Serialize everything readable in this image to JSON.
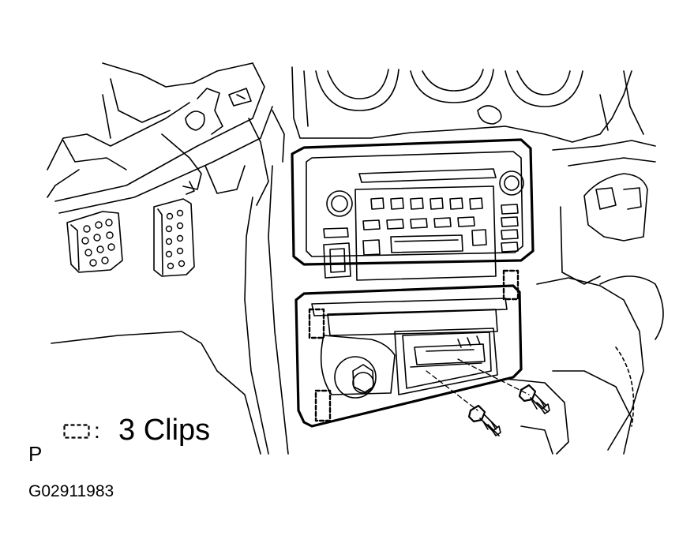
{
  "legend": {
    "clip_symbol_icon": "dashed-rectangle-icon",
    "separator": ":",
    "text": "3 Clips"
  },
  "view_letter": "P",
  "figure_code": "G02911983",
  "colors": {
    "line": "#000000",
    "background": "#ffffff"
  }
}
